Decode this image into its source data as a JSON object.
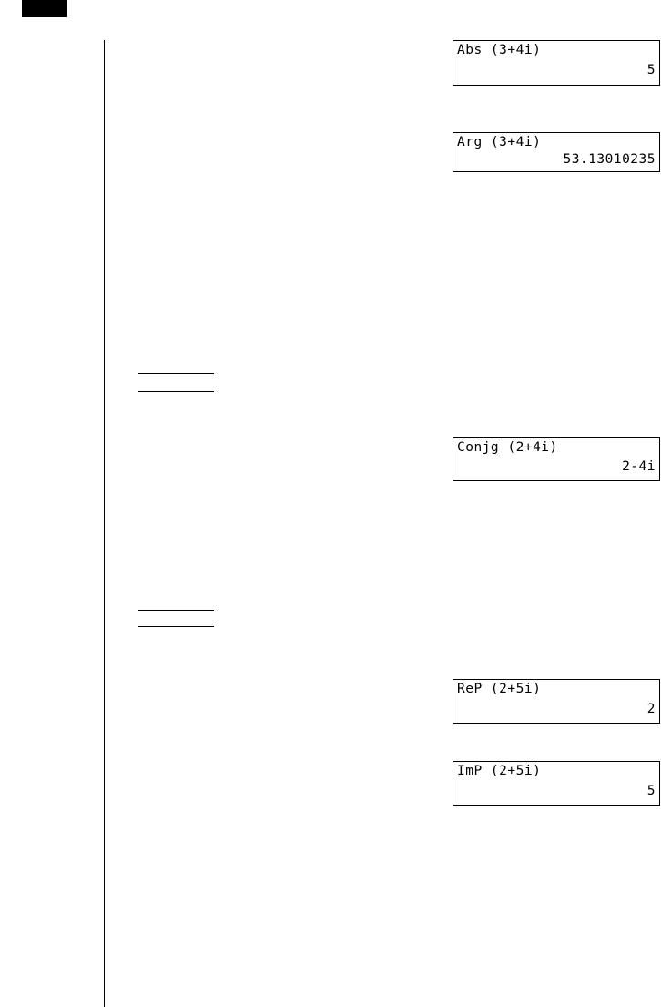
{
  "page": {
    "background_color": "#ffffff",
    "ink_color": "#000000",
    "corner_tab": {
      "name": "page-corner-marker"
    },
    "vertical_rule": {
      "name": "left-margin-rule"
    },
    "separators": [
      {
        "name": "section-separator-1"
      },
      {
        "name": "section-separator-2"
      }
    ]
  },
  "calculator_screens": [
    {
      "id": "abs",
      "expression": "Abs (3+4i)",
      "result": "5"
    },
    {
      "id": "arg",
      "expression": "Arg (3+4i)",
      "result": "53.13010235"
    },
    {
      "id": "conjg",
      "expression": "Conjg (2+4i)",
      "result": "2-4i"
    },
    {
      "id": "rep",
      "expression": "ReP (2+5i)",
      "result": "2"
    },
    {
      "id": "imp",
      "expression": "ImP (2+5i)",
      "result": "5"
    }
  ]
}
